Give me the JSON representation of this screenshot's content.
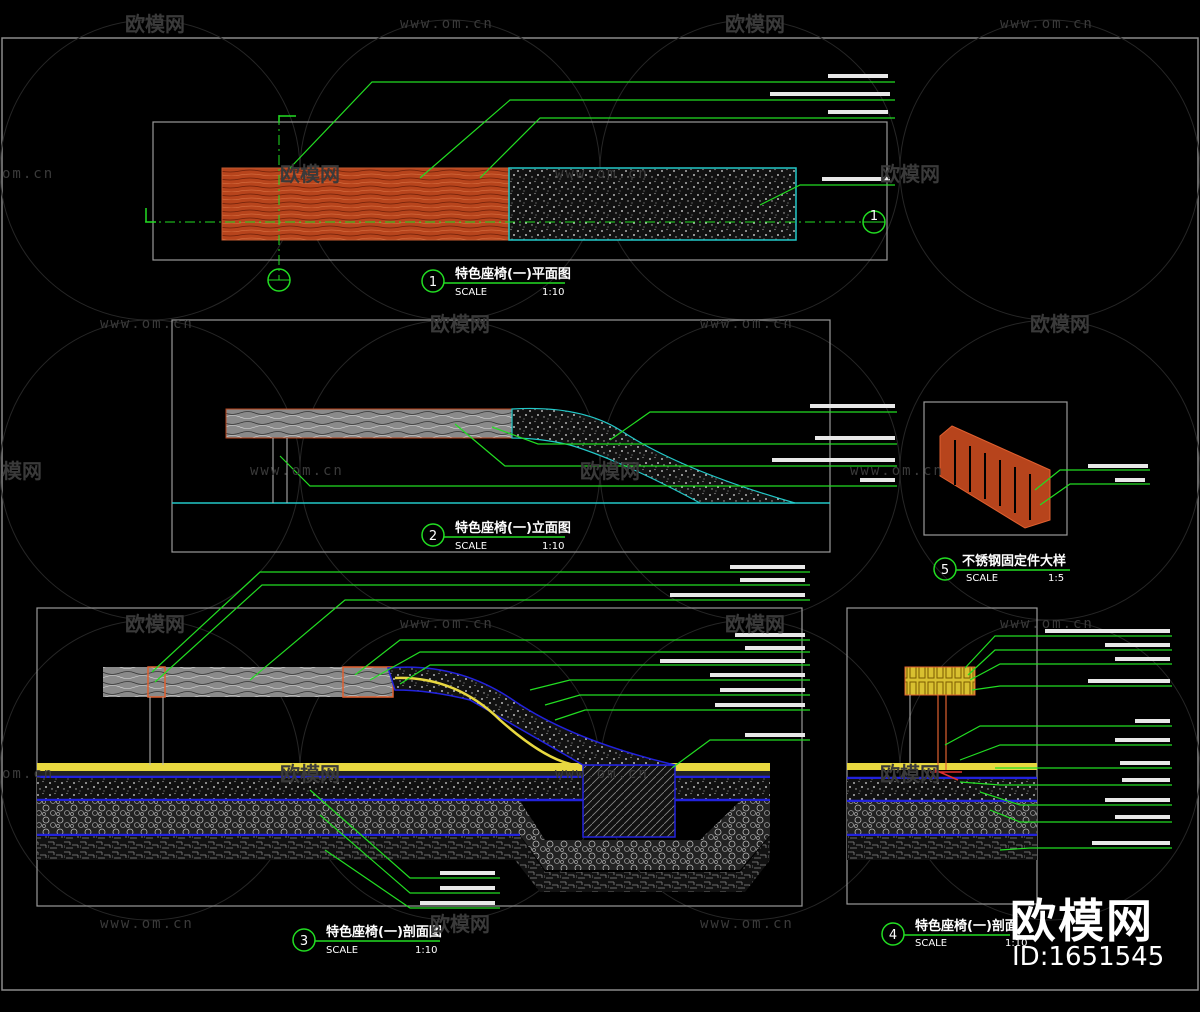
{
  "watermark": {
    "brand": "欧模网",
    "url": "www.om.cn",
    "url_short": "om.cn",
    "brand_partial_left": "模网"
  },
  "drawings": [
    {
      "number": "1",
      "title": "特色座椅(一)平面图",
      "scale_label": "SCALE",
      "scale": "1:10"
    },
    {
      "number": "2",
      "title": "特色座椅(一)立面图",
      "scale_label": "SCALE",
      "scale": "1:10"
    },
    {
      "number": "3",
      "title": "特色座椅(一)剖面图",
      "scale_label": "SCALE",
      "scale": "1:10"
    },
    {
      "number": "4",
      "title": "特色座椅(一)剖面",
      "scale_label": "SCALE",
      "scale": "1:10"
    },
    {
      "number": "5",
      "title": "不锈钢固定件大样",
      "scale_label": "SCALE",
      "scale": "1:5"
    }
  ],
  "section_marker": {
    "number": "1"
  },
  "brand_logo": {
    "name": "欧模网",
    "id": "ID:1651545"
  },
  "colors": {
    "wood": "#b7441c",
    "cyan": "#22c8c8",
    "green": "#22dd22",
    "blue": "#2222dd",
    "yellow": "#e8d840",
    "frame": "#9a9a9a"
  }
}
